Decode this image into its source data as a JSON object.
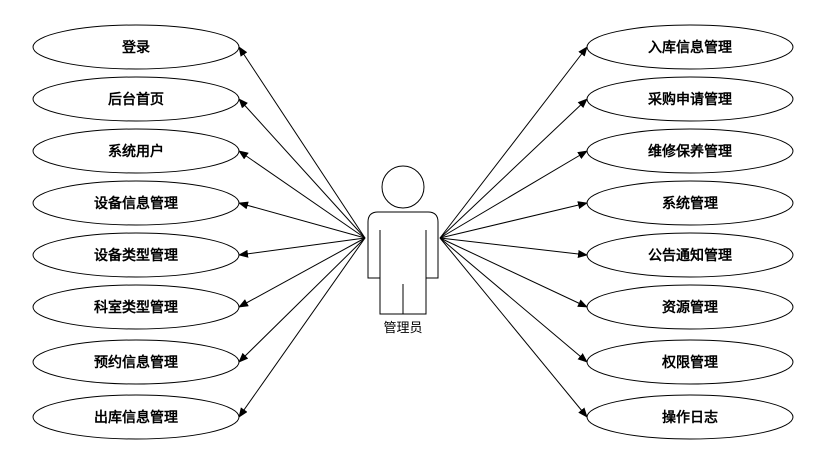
{
  "actor": {
    "label": "管理员"
  },
  "left_use_cases": [
    "登录",
    "后台首页",
    "系统用户",
    "设备信息管理",
    "设备类型管理",
    "科室类型管理",
    "预约信息管理",
    "出库信息管理"
  ],
  "right_use_cases": [
    "入库信息管理",
    "采购申请管理",
    "维修保养管理",
    "系统管理",
    "公告通知管理",
    "资源管理",
    "权限管理",
    "操作日志"
  ]
}
